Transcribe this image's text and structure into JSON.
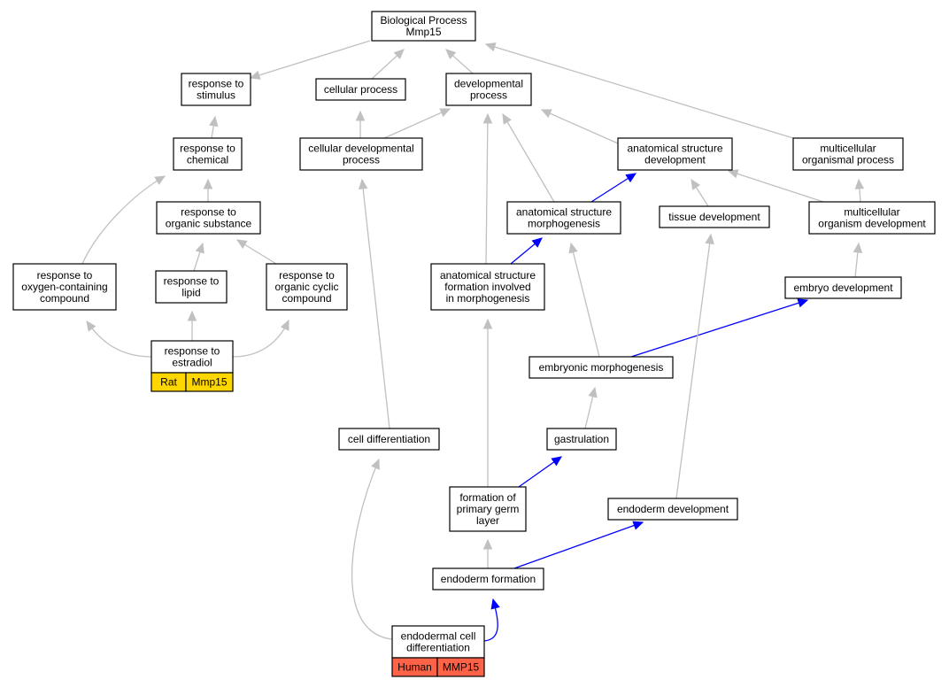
{
  "colors": {
    "rat_tag": "#ffd700",
    "human_tag": "#ff6347",
    "is_a_edge": "#c0c0c0",
    "part_of_edge": "#0000ff"
  },
  "nodes": {
    "bio_process": [
      "Biological Process",
      "Mmp15"
    ],
    "response_stimulus": [
      "response to",
      "stimulus"
    ],
    "cellular_process": [
      "cellular process"
    ],
    "developmental_process": [
      "developmental",
      "process"
    ],
    "response_chemical": [
      "response to",
      "chemical"
    ],
    "cellular_dev_process": [
      "cellular developmental",
      "process"
    ],
    "anat_struct_dev": [
      "anatomical structure",
      "development"
    ],
    "multicellular_org_process": [
      "multicellular",
      "organismal process"
    ],
    "response_organic_substance": [
      "response to",
      "organic substance"
    ],
    "anat_struct_morph": [
      "anatomical structure",
      "morphogenesis"
    ],
    "tissue_dev": [
      "tissue development"
    ],
    "multicellular_org_dev": [
      "multicellular",
      "organism development"
    ],
    "response_oxygen": [
      "response to",
      "oxygen-containing",
      "compound"
    ],
    "response_lipid": [
      "response to",
      "lipid"
    ],
    "response_organic_cyclic": [
      "response to",
      "organic cyclic",
      "compound"
    ],
    "anat_struct_formation": [
      "anatomical structure",
      "formation involved",
      "in morphogenesis"
    ],
    "embryo_dev": [
      "embryo development"
    ],
    "response_estradiol": [
      "response to",
      "estradiol"
    ],
    "embryonic_morph": [
      "embryonic morphogenesis"
    ],
    "cell_diff": [
      "cell differentiation"
    ],
    "gastrulation": [
      "gastrulation"
    ],
    "formation_germ_layer": [
      "formation of",
      "primary germ",
      "layer"
    ],
    "endoderm_dev": [
      "endoderm development"
    ],
    "endoderm_formation": [
      "endoderm formation"
    ],
    "endodermal_cell_diff": [
      "endodermal cell",
      "differentiation"
    ]
  },
  "tags": {
    "rat": {
      "species": "Rat",
      "gene": "Mmp15"
    },
    "human": {
      "species": "Human",
      "gene": "MMP15"
    }
  }
}
